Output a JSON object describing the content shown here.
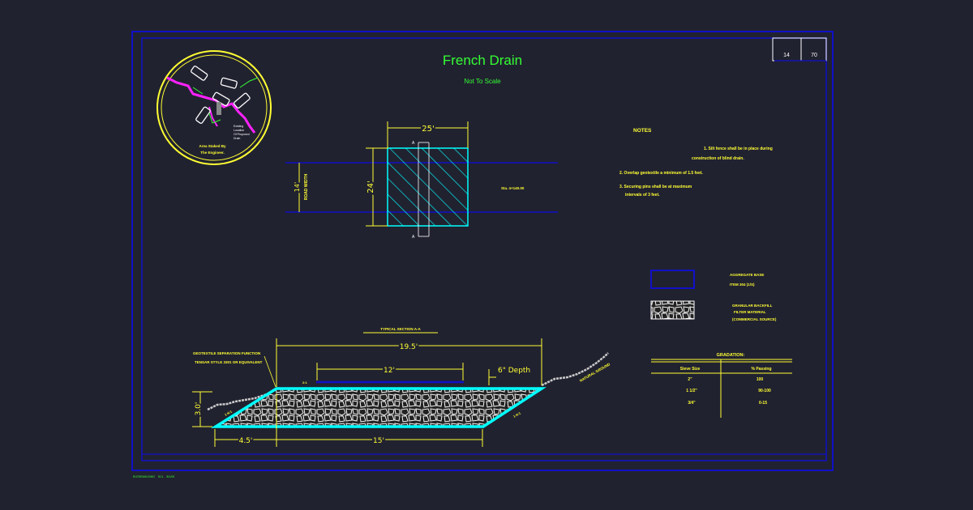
{
  "colors": {
    "background": "#212230",
    "border": "#1010c8",
    "yellow": "#ffff33",
    "green": "#33ff33",
    "cyan": "#00ffff",
    "magenta": "#ff22ff",
    "white": "#ffffff"
  },
  "title": "French Drain",
  "subtitle": "Not To Scale",
  "sheet": {
    "number": "14",
    "total": "70"
  },
  "plan": {
    "width_label": "25'",
    "height_label": "24'",
    "road_width_value": "14'",
    "road_width_label": "ROAD WIDTH",
    "section_mark_top": "A",
    "section_mark_bottom": "A",
    "station_label": "Sta. 4+140.00"
  },
  "notes": {
    "heading": "NOTES",
    "items": [
      "1.  Silt fence shall be in place during",
      "construction of blind drain.",
      "2.  Overlap geotextile a minimum of 1.5 feet.",
      "3.  Securing pins shall be at maximum",
      "intervals of 3 feet."
    ]
  },
  "legend": {
    "aggregate_line1": "AGGREGATE BASE",
    "aggregate_line2": "ITEM 304 (1/S)",
    "backfill_line1": "GRANULAR BACKFILL",
    "backfill_line2": "FILTER MATERIAL",
    "backfill_line3": "(COMMERCIAL SOURCE)"
  },
  "gradation": {
    "title": "GRADATION:",
    "headers": [
      "Sieve Size",
      "% Passing"
    ],
    "rows": [
      [
        "2\"",
        "100"
      ],
      [
        "1 1/2\"",
        "90-100"
      ],
      [
        "3/4\"",
        "0-15"
      ]
    ]
  },
  "section": {
    "title": "TYPICAL SECTION A-A",
    "top_width": "19.5'",
    "mid_width": "12'",
    "depth_label": "6\" Depth",
    "height": "3.0'",
    "left_offset": "4.5'",
    "bottom_width": "15'",
    "geotextile_line1": "GEOTEXTILE SEPARATION FUNCTION",
    "geotextile_line2": "TENSAR STYLE 3301 OR EQUIVALENT",
    "slope_left": "1 H:1",
    "slope_right": "1 H:1",
    "natural_ground": "NATURAL GROUND",
    "slope_top": "2:1"
  },
  "keymap": {
    "line1": "Area Staked By",
    "line2": "The Engineer.",
    "notes_text": [
      "Existing",
      "Location",
      "Of Proposed",
      "Drain"
    ]
  },
  "footer": "ELEDRAIN.DWG    SCL    8/1/00"
}
